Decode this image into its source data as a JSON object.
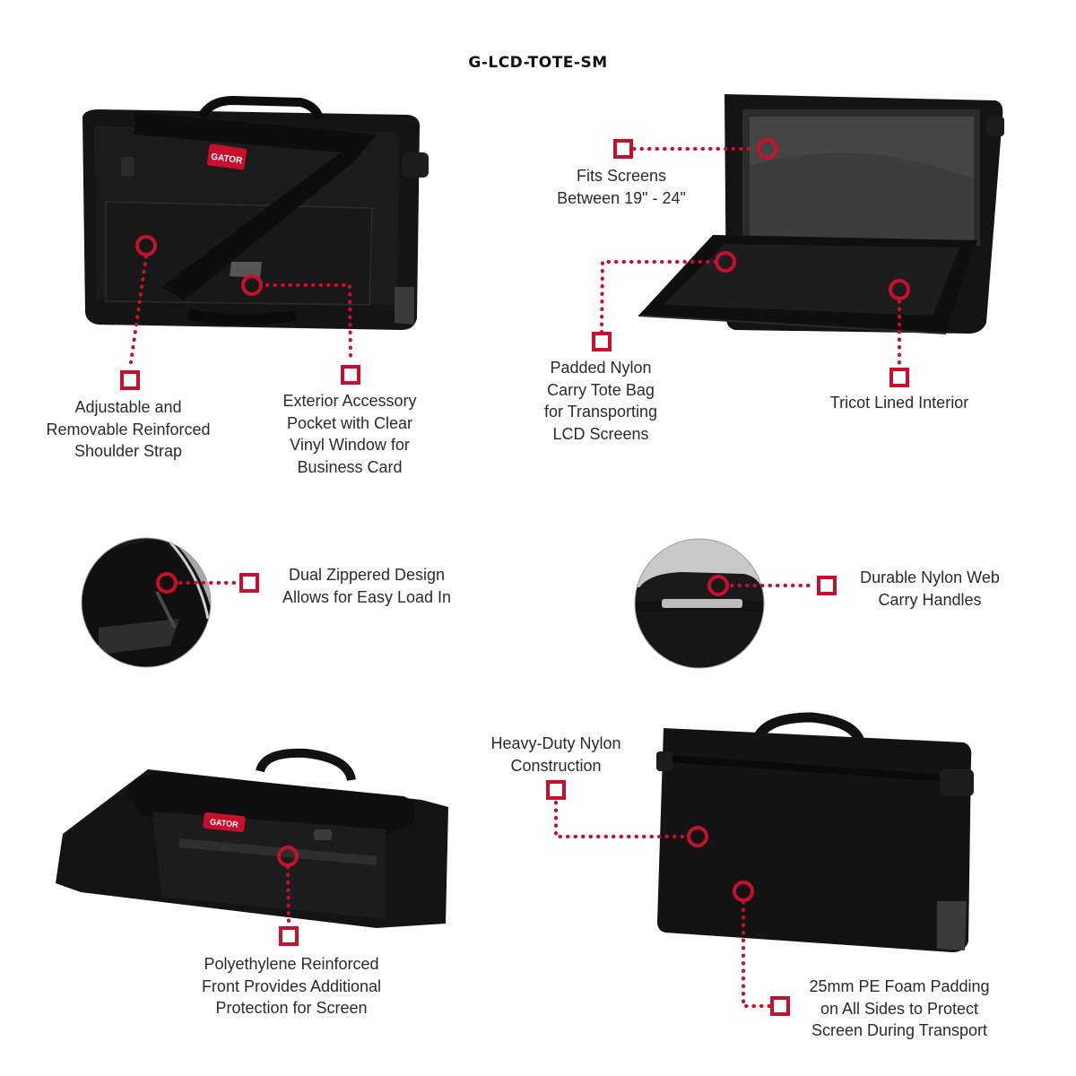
{
  "product": {
    "model": "G-LCD-TOTE-SM",
    "brand_logo_text": "GATOR",
    "accent_color": "#c8102e",
    "bag_color": "#111111"
  },
  "callouts": {
    "shoulder_strap": "Adjustable and\nRemovable Reinforced\nShoulder Strap",
    "exterior_pocket": "Exterior Accessory\nPocket with Clear\nVinyl Window for\nBusiness Card",
    "fits_screens": "Fits Screens\nBetween 19\" - 24\"",
    "padded_nylon": "Padded Nylon\nCarry Tote Bag\nfor Transporting\nLCD Screens",
    "tricot_interior": "Tricot Lined Interior",
    "dual_zipper": "Dual Zippered Design\nAllows for Easy Load In",
    "carry_handles": "Durable Nylon Web\nCarry Handles",
    "heavy_duty": "Heavy-Duty Nylon\nConstruction",
    "pe_front": "Polyethylene Reinforced\nFront Provides Additional\nProtection for Screen",
    "foam_padding": "25mm PE Foam Padding\non All Sides to Protect\nScreen During Transport"
  }
}
